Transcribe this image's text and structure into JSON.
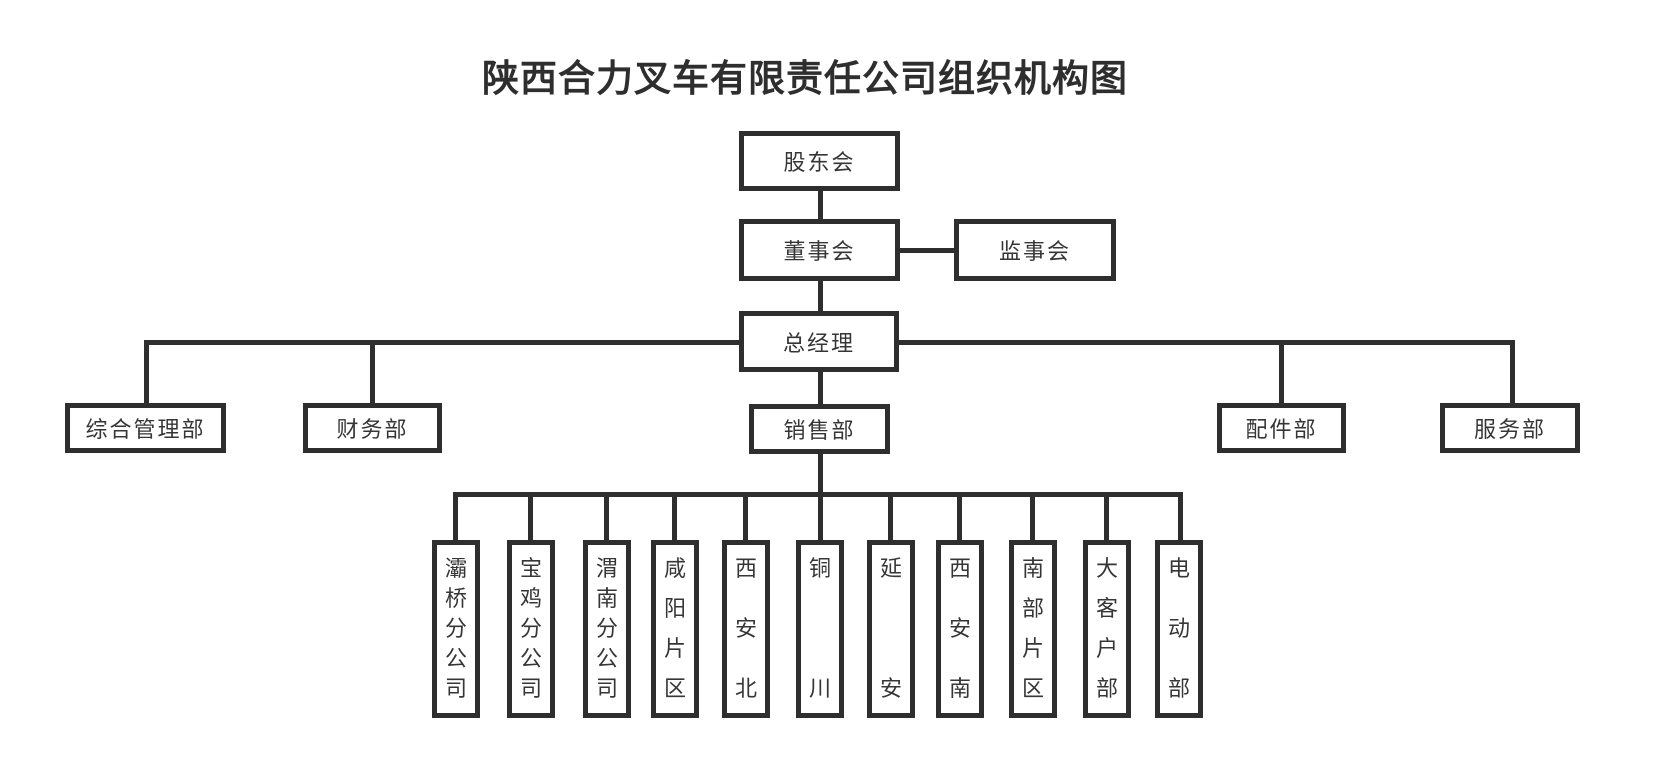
{
  "title": "陕西合力叉车有限责任公司组织机构图",
  "colors": {
    "line_color": "#2e2e2e",
    "text_color": "#363636",
    "background": "#ffffff"
  },
  "org": {
    "shareholders": {
      "label": "股东会"
    },
    "board": {
      "label": "董事会"
    },
    "supervisory": {
      "label": "监事会"
    },
    "general_manager": {
      "label": "总经理"
    },
    "departments": [
      {
        "label": "综合管理部"
      },
      {
        "label": "财务部"
      },
      {
        "label": "销售部"
      },
      {
        "label": "配件部"
      },
      {
        "label": "服务部"
      }
    ],
    "sales_children": [
      {
        "label": "灞桥分公司"
      },
      {
        "label": "宝鸡分公司"
      },
      {
        "label": "渭南分公司"
      },
      {
        "label": "咸阳片区"
      },
      {
        "label": "西安北"
      },
      {
        "label": "铜川"
      },
      {
        "label": "延安"
      },
      {
        "label": "西安南"
      },
      {
        "label": "南部片区"
      },
      {
        "label": "大客户部"
      },
      {
        "label": "电动部"
      }
    ]
  }
}
